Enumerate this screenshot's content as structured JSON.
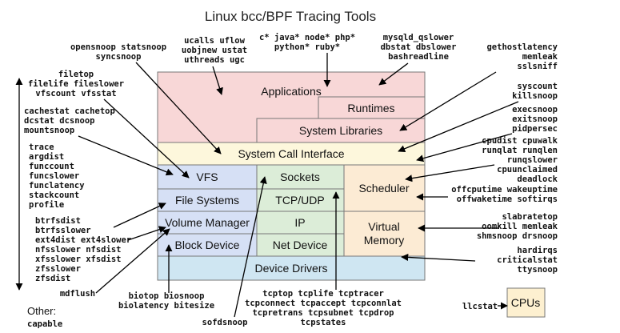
{
  "title": "Linux bcc/BPF Tracing Tools",
  "colors": {
    "applications": "#f8d7d7",
    "syscall": "#fdf7dc",
    "vfs": "#d6e0f5",
    "network": "#dcedd8",
    "scheduler": "#fcebd4",
    "drivers": "#cfe6f2",
    "cpus": "#fdf0d0"
  },
  "layers": {
    "applications": "Applications",
    "runtimes": "Runtimes",
    "system_libraries": "System Libraries",
    "syscall_interface": "System Call Interface",
    "vfs": "VFS",
    "sockets": "Sockets",
    "scheduler": "Scheduler",
    "file_systems": "File Systems",
    "tcp_udp": "TCP/UDP",
    "volume_manager": "Volume Manager",
    "ip": "IP",
    "virtual": "Virtual",
    "memory": "Memory",
    "block_device": "Block Device",
    "net_device": "Net Device",
    "device_drivers": "Device Drivers",
    "cpus": "CPUs"
  },
  "tools": {
    "opensnoop": "opensnoop statsnoop",
    "syncsnoop": "syncsnoop",
    "ucalls": "ucalls uflow",
    "uobjnew": "uobjnew ustat",
    "uthreads": "uthreads ugc",
    "lang1": "c* java* node* php*",
    "lang2": "python* ruby*",
    "mysqld": "mysqld_qslower",
    "dbstat": "dbstat dbslower",
    "bashreadline": "bashreadline",
    "gethostlatency": "gethostlatency",
    "memleak": "memleak",
    "sslsniff": "sslsniff",
    "filetop": "filetop",
    "filelife": "filelife fileslower",
    "vfscount": "vfscount vfsstat",
    "syscount": "syscount",
    "killsnoop": "killsnoop",
    "cachestat": "cachestat cachetop",
    "dcstat": "dcstat dcsnoop",
    "mountsnoop": "mountsnoop",
    "execsnoop": "execsnoop",
    "exitsnoop": "exitsnoop",
    "pidpersec": "pidpersec",
    "trace": "trace",
    "argdist": "argdist",
    "funccount": "funccount",
    "funcslower": "funcslower",
    "funclatency": "funclatency",
    "stackcount": "stackcount",
    "profile": "profile",
    "cpudist": "cpudist cpuwalk",
    "runqlat": "runqlat runqlen",
    "runqslower": "runqslower",
    "cpuunclaimed": "cpuunclaimed",
    "deadlock": "deadlock",
    "offcputime": "offcputime wakeuptime",
    "offwaketime": "offwaketime softirqs",
    "btrfsdist": "btrfsdist",
    "btrfsslower": "btrfsslower",
    "ext4dist": "ext4dist ext4slower",
    "nfsslower": "nfsslower nfsdist",
    "xfsslower": "xfsslower xfsdist",
    "zfsslower": "zfsslower",
    "zfsdist": "zfsdist",
    "slabratetop": "slabratetop",
    "oomkill": "oomkill memleak",
    "shmsnoop": "shmsnoop drsnoop",
    "hardirqs": "hardirqs",
    "criticalstat": "criticalstat",
    "ttysnoop": "ttysnoop",
    "mdflush": "mdflush",
    "biotop": "biotop biosnoop",
    "biolatency": "biolatency bitesize",
    "tcptop": "tcptop tcplife tcptracer",
    "tcpconnect": "tcpconnect tcpaccept tcpconnlat",
    "tcpretrans": "tcpretrans tcpsubnet tcpdrop",
    "tcpstates": "tcpstates",
    "sofdsnoop": "sofdsnoop",
    "llcstat": "llcstat"
  },
  "other": {
    "label": "Other:",
    "capable": "capable"
  }
}
